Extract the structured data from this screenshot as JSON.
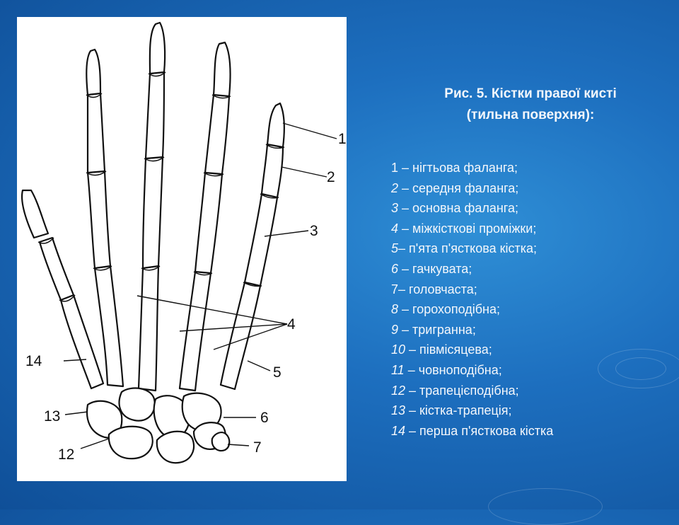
{
  "caption": {
    "line1": "Рис. 5. Кістки правої кисті",
    "line2": "(тильна поверхня):"
  },
  "figure_labels": [
    "1",
    "2",
    "3",
    "4",
    "5",
    "6",
    "7",
    "12",
    "13",
    "14"
  ],
  "legend": [
    {
      "num": "1",
      "text": " – нігтьова фаланга;",
      "italic": false
    },
    {
      "num": "2",
      "text": " – середня фаланга;",
      "italic": true
    },
    {
      "num": "3",
      "text": " – основна фаланга;",
      "italic": true
    },
    {
      "num": "4",
      "text": " – міжкісткові проміжки;",
      "italic": true
    },
    {
      "num": "5",
      "text": "– п'ята п'ясткова кістка;",
      "italic": true
    },
    {
      "num": "6",
      "text": " – гачкувата;",
      "italic": true
    },
    {
      "num": "7",
      "text": "– головчаста;",
      "italic": false
    },
    {
      "num": "8",
      "text": " – горохоподібна;",
      "italic": true
    },
    {
      "num": "9",
      "text": " – тригранна;",
      "italic": true
    },
    {
      "num": "10",
      "text": " – півмісяцева;",
      "italic": true
    },
    {
      "num": "11",
      "text": " – човноподібна;",
      "italic": true
    },
    {
      "num": "12",
      "text": " – трапецієподібна;",
      "italic": true
    },
    {
      "num": "13",
      "text": " – кістка-трапеція;",
      "italic": true
    },
    {
      "num": "14",
      "text": " – перша п'ясткова кістка",
      "italic": true
    }
  ],
  "colors": {
    "background": "#1d6fbf",
    "text": "#f4f7fb",
    "figure_bg": "#ffffff"
  }
}
